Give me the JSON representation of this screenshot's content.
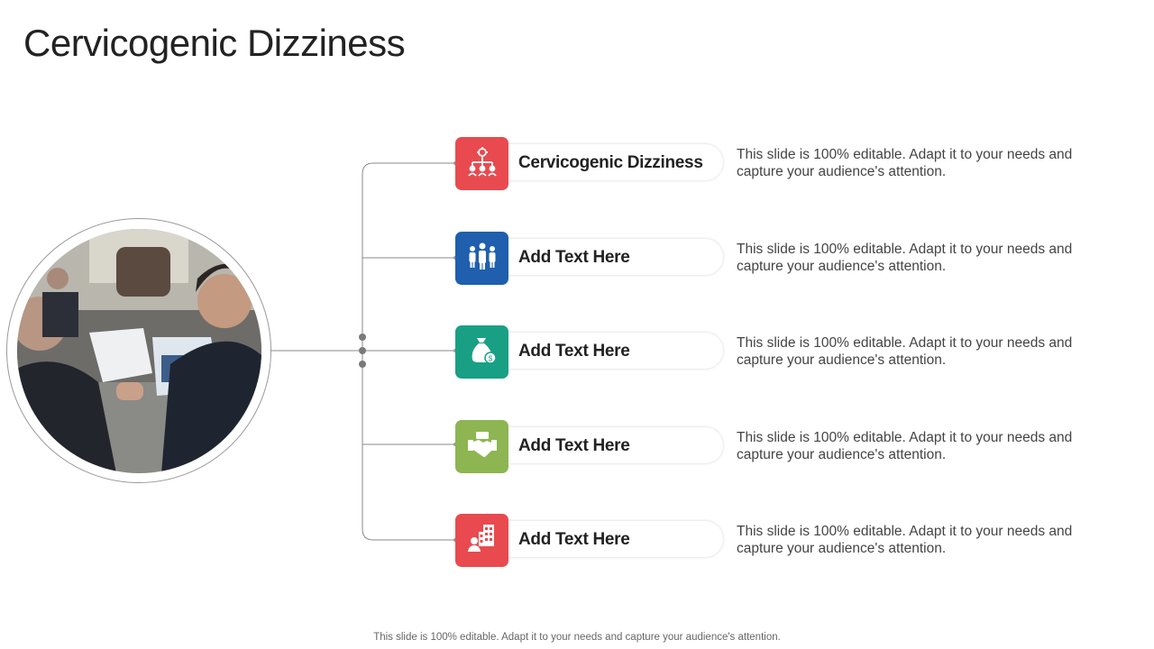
{
  "title": "Cervicogenic Dizziness",
  "items": [
    {
      "label": "Cervicogenic Dizziness",
      "desc": "This slide is 100% editable. Adapt it to your needs and capture your audience's attention.",
      "color": "#E84A4F",
      "icon": "hierarchy-gear-icon"
    },
    {
      "label": "Add Text Here",
      "desc": "This slide is 100% editable. Adapt it to your needs and capture your audience's attention.",
      "color": "#1F5FAE",
      "icon": "team-icon"
    },
    {
      "label": "Add Text Here",
      "desc": "This slide is 100% editable. Adapt it to your needs and capture your audience's attention.",
      "color": "#19A084",
      "icon": "money-bag-icon"
    },
    {
      "label": "Add Text Here",
      "desc": "This slide is 100% editable. Adapt it to your needs and capture your audience's attention.",
      "color": "#8DB552",
      "icon": "handshake-icon"
    },
    {
      "label": "Add Text Here",
      "desc": "This slide is 100% editable. Adapt it to your needs and capture your audience's attention.",
      "color": "#E84A4F",
      "icon": "person-building-icon"
    }
  ],
  "footer": "This slide is 100% editable. Adapt it to your needs and capture your audience's attention.",
  "photo": {
    "icon": "business-meeting-photo"
  }
}
